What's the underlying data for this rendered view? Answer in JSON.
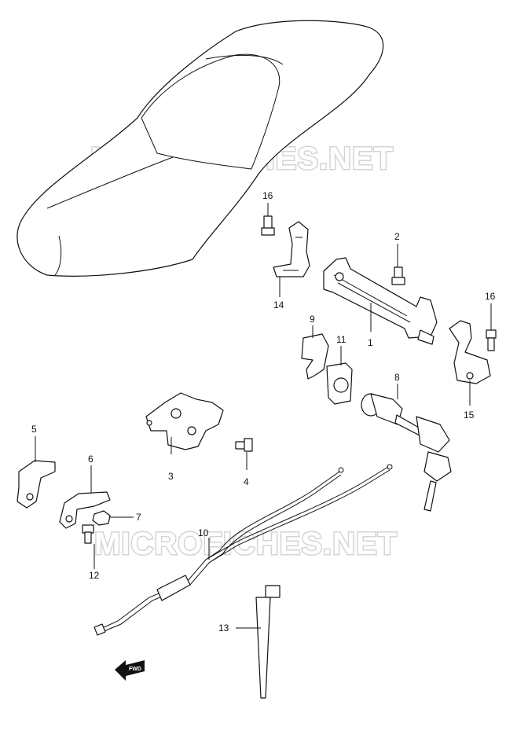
{
  "watermark": "MICROFICHES.NET",
  "fwd_label": "FWD",
  "callouts": {
    "c1": "1",
    "c2": "2",
    "c3": "3",
    "c4": "4",
    "c5": "5",
    "c6": "6",
    "c7": "7",
    "c8": "8",
    "c9": "9",
    "c10": "10",
    "c11": "11",
    "c12": "12",
    "c13": "13",
    "c14": "14",
    "c15": "15",
    "c16a": "16",
    "c16b": "16"
  }
}
